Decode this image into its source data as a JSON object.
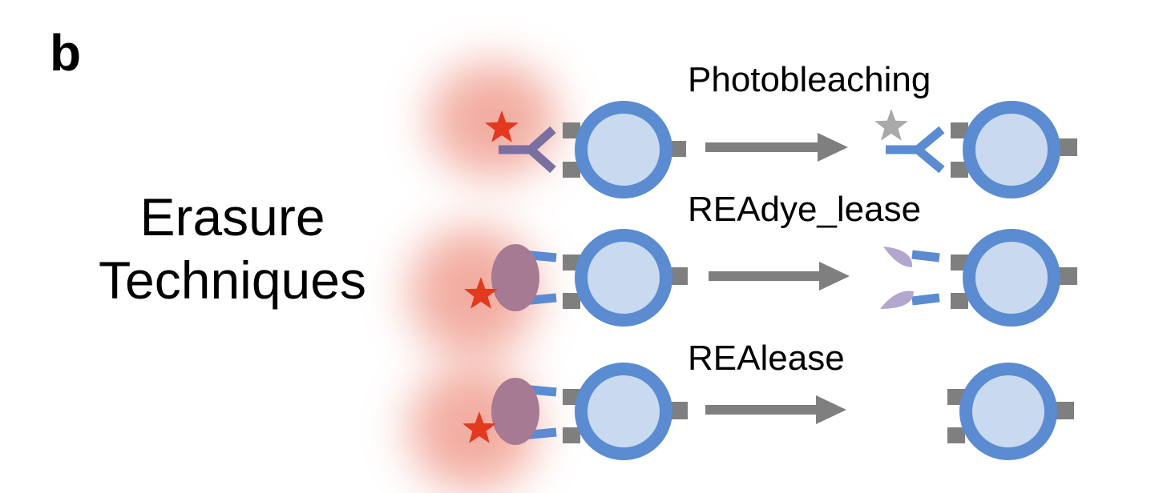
{
  "panel_letter": "b",
  "title_lines": [
    "Erasure",
    "Techniques"
  ],
  "techniques": [
    {
      "name": "Photobleaching"
    },
    {
      "name": "REAdye_lease"
    },
    {
      "name": "REAlease"
    }
  ],
  "colors": {
    "cell_ring": "#5b8bd0",
    "cell_fill": "#c9d9ef",
    "receptor": "#7f7f7f",
    "arrow": "#7f7f7f",
    "antibody_blue": "#5b8bd0",
    "antibody_tinted": "#7a6fa0",
    "ellipse": "#a77a93",
    "star_red": "#e2391f",
    "star_bleached": "#a9a9a9",
    "fragment": "#b3a6cf",
    "glow": "#e86a55"
  }
}
